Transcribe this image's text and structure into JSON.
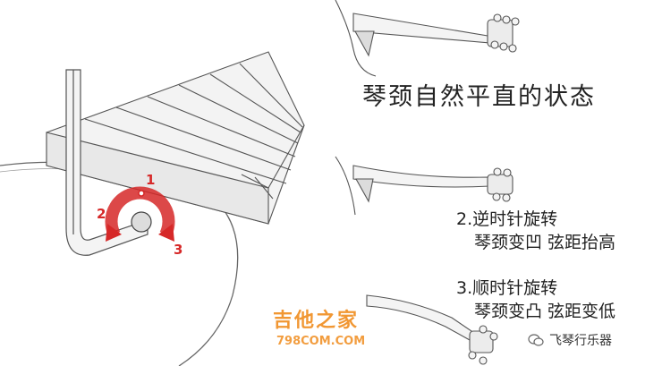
{
  "captions": {
    "natural": "琴颈自然平直的状态",
    "counter_clockwise_line1": "2.逆时针旋转",
    "counter_clockwise_line2": "琴颈变凹 弦距抬高",
    "clockwise_line1": "3.顺时针旋转",
    "clockwise_line2": "琴颈变凸 弦距变低"
  },
  "rotation_labels": {
    "one": "1",
    "two": "2",
    "three": "3"
  },
  "watermark": {
    "chinese": "吉他之家",
    "url": "798COM.COM"
  },
  "brand": {
    "name": "飞琴行乐器"
  },
  "colors": {
    "arrow_red": "#d62828",
    "watermark_orange": "#f08c1e",
    "line_gray": "#555555"
  }
}
